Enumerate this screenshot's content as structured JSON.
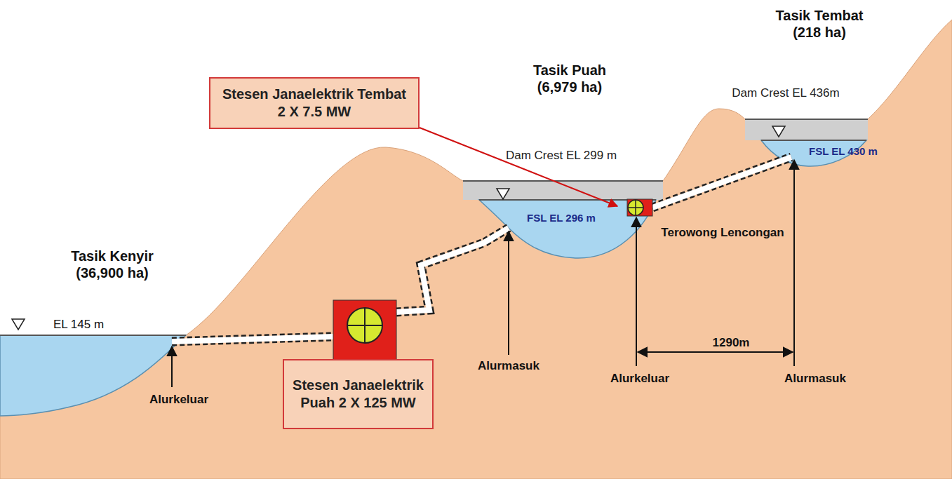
{
  "diagram": {
    "nodes": [
      {
        "text": [
          "Stesen Janaelektrik Tembat 2 X 7.5 MW"
        ]
      },
      {
        "text": [
          "Stesen Janaelektrik Puah 2 X 125 MW"
        ]
      }
    ],
    "labels": [
      "Tasik Tembat (218 ha)",
      "Tasik Puah (6,979 ha)",
      "Tasik Kenyir (36,900 ha)",
      "Dam Crest EL 436m",
      "FSL EL 430 m",
      "Dam Crest EL 299 m",
      "FSL EL 296 m",
      "Terowong Lencongan",
      "EL 145 m",
      "Alurkeluar",
      "Alurmasuk",
      "Alurkeluar",
      "Alurmasuk",
      "1290m"
    ]
  }
}
